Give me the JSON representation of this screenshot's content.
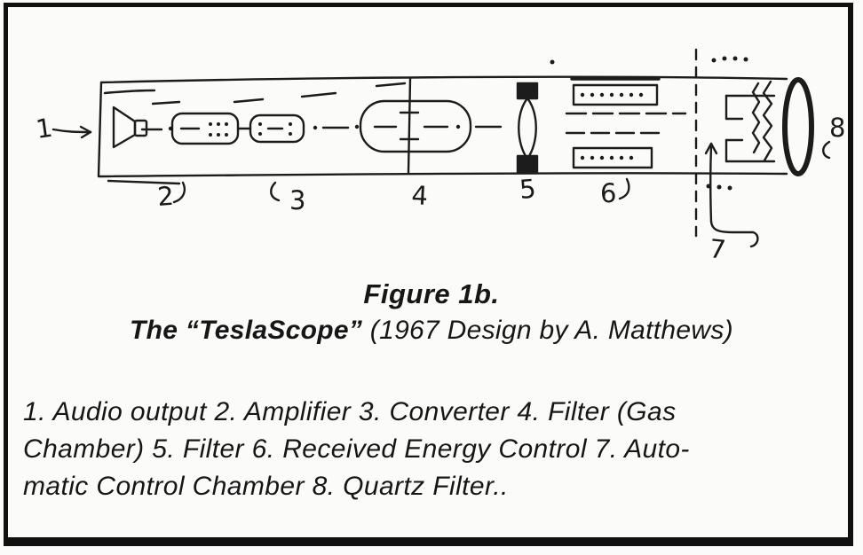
{
  "figure": {
    "title": "Figure 1b.",
    "subtitle_name": "The “TeslaScope”",
    "subtitle_detail": "(1967 Design by A. Matthews)",
    "caption_lines": [
      "1. Audio output 2. Amplifier 3. Converter 4. Filter (Gas",
      "Chamber) 5. Filter 6. Received Energy Control 7. Auto-",
      "matic Control Chamber 8. Quartz Filter.."
    ]
  },
  "diagram": {
    "ink_color": "#1c1c1c",
    "callouts": [
      {
        "number": "1",
        "component": "Audio output"
      },
      {
        "number": "2",
        "component": "Amplifier"
      },
      {
        "number": "3",
        "component": "Converter"
      },
      {
        "number": "4",
        "component": "Filter (Gas Chamber)"
      },
      {
        "number": "5",
        "component": "Filter"
      },
      {
        "number": "6",
        "component": "Received Energy Control"
      },
      {
        "number": "7",
        "component": "Automatic Control Chamber"
      },
      {
        "number": "8",
        "component": "Quartz Filter"
      }
    ]
  }
}
